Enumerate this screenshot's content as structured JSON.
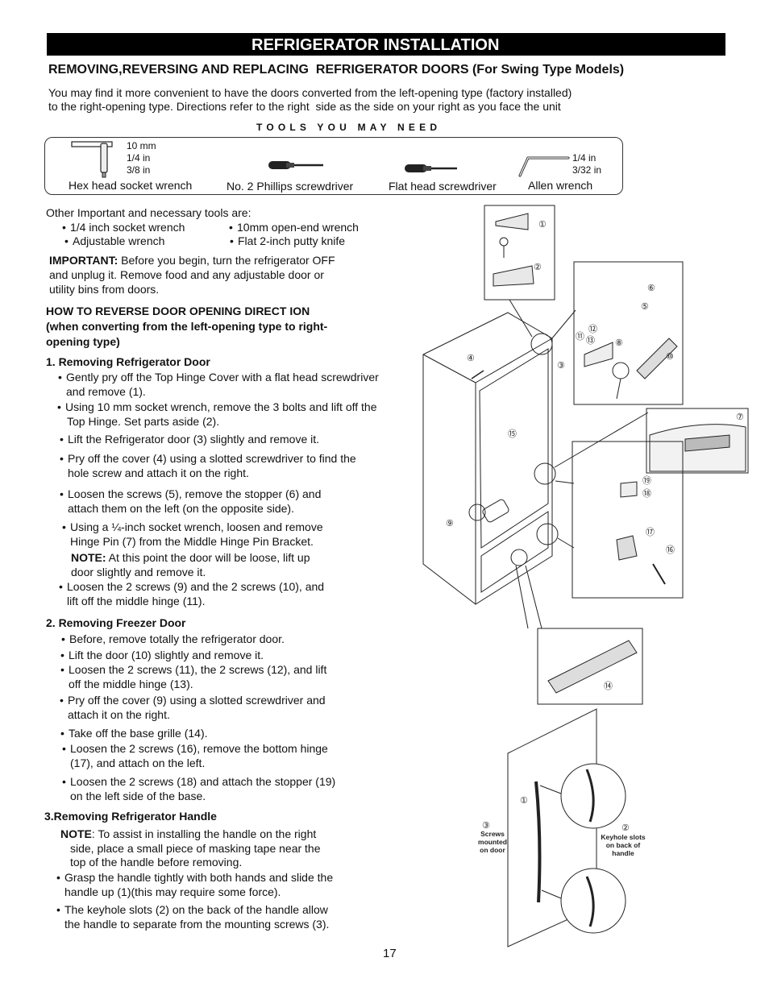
{
  "header": {
    "title": "REFRIGERATOR INSTALLATION",
    "subtitle": "REMOVING,REVERSING AND REPLACING  REFRIGERATOR DOORS (For Swing Type Models)"
  },
  "intro": {
    "line1": "You may find it more convenient to have the doors converted from the left-opening type (factory installed)",
    "line2": "to the right-opening type. Directions refer to the right  side as the side on your right as you face the unit"
  },
  "tools": {
    "title": "TOOLS YOU MAY NEED",
    "hex_sizes": [
      "10 mm",
      "1/4 in",
      "3/8 in"
    ],
    "hex_label": "Hex head socket wrench",
    "phillips_label": "No. 2 Phillips screwdriver",
    "flat_label": "Flat head screwdriver",
    "allen_sizes": [
      "1/4 in",
      "3/32 in"
    ],
    "allen_label": "Allen wrench"
  },
  "other_tools": {
    "heading": "Other Important and necessary tools are:",
    "items": [
      "1/4 inch socket wrench",
      "10mm open-end wrench",
      "Adjustable wrench",
      "Flat 2-inch putty knife"
    ]
  },
  "important": {
    "label": "IMPORTANT:",
    "line1": " Before you begin, turn the refrigerator OFF",
    "line2": "and unplug it. Remove food and any adjustable door or",
    "line3": "utility bins from doors."
  },
  "how_to": {
    "line1": "HOW TO REVERSE DOOR OPENING DIRECT ION",
    "line2": "(when converting from the left-opening type to right-",
    "line3": "opening type)"
  },
  "section1": {
    "title": "1. Removing Refrigerator Door",
    "b1a": "Gently pry off the Top Hinge Cover with a flat head screwdriver",
    "b1b": "and remove (1).",
    "b2a": "Using 10 mm socket wrench, remove the 3 bolts and lift off the",
    "b2b": "Top Hinge. Set parts aside (2).",
    "b3": "Lift the Refrigerator door (3) slightly and remove it.",
    "b4a": "Pry off the cover (4) using a slotted screwdriver to find the",
    "b4b": "hole screw and attach it on the right.",
    "b5a": "Loosen the screws (5), remove the stopper (6) and",
    "b5b": "attach them on the left (on the opposite side).",
    "b6a": "Using a ¼-inch socket wrench, loosen and remove",
    "b6b": "Hinge Pin (7) from the Middle Hinge Pin Bracket.",
    "note_label": "NOTE:",
    "note_a": " At this point the door will be loose, lift up",
    "note_b": "door slightly and remove it.",
    "b7a": "Loosen the 2 screws (9) and the 2 screws (10), and",
    "b7b": "lift off the middle hinge (11)."
  },
  "section2": {
    "title": "2. Removing Freezer Door",
    "b1": "Before, remove totally the refrigerator door.",
    "b2": "Lift the door (10) slightly and remove it.",
    "b3a": "Loosen the 2 screws (11), the 2 screws (12), and lift",
    "b3b": "off the middle hinge (13).",
    "b4a": "Pry off the cover (9) using a slotted screwdriver and",
    "b4b": "attach it on the right.",
    "b5": "Take off the base grille (14).",
    "b6a": "Loosen the 2 screws (16), remove the bottom hinge",
    "b6b": "(17), and attach on the left.",
    "b7a": "Loosen the 2 screws (18) and attach the stopper (19)",
    "b7b": "on the left side of the base."
  },
  "section3": {
    "title": "3.Removing Refrigerator Handle",
    "note_label": "NOTE",
    "note_a": ": To assist in installing the handle on the right",
    "note_b": "side, place a small piece of masking tape near the",
    "note_c": "top of the handle before removing.",
    "b1a": "Grasp the handle tightly with both hands and slide the",
    "b1b": "handle up (1)(this may require some force).",
    "b2a": "The keyhole slots (2) on the back of the handle allow",
    "b2b": "the handle to separate from the mounting screws (3)."
  },
  "diagram": {
    "callouts": [
      "①",
      "②",
      "③",
      "④",
      "⑤",
      "⑥",
      "⑦",
      "⑧",
      "⑨",
      "⑩",
      "⑪",
      "⑫",
      "⑬",
      "⑭",
      "⑮",
      "⑯",
      "⑰",
      "⑱",
      "⑲"
    ],
    "handle_callouts": [
      "①",
      "②",
      "③"
    ],
    "screws_label": [
      "Screws",
      "mounted",
      "on door"
    ],
    "keyhole_label": [
      "Keyhole slots",
      "on back of",
      "handle"
    ]
  },
  "page_number": "17"
}
